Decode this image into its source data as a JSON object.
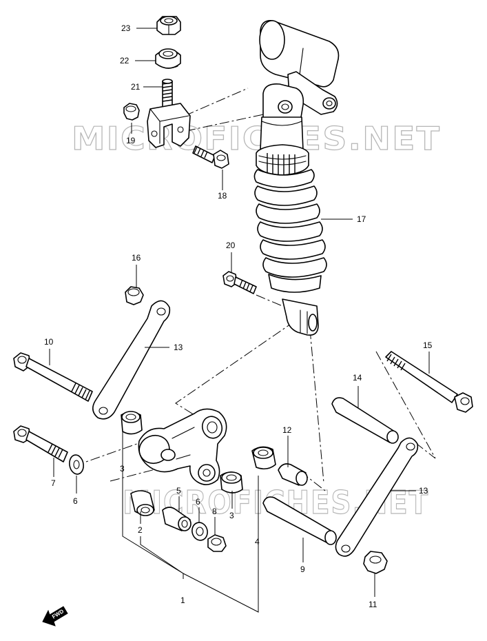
{
  "watermark": "MICROFICHES.NET",
  "fwd_label": "FWD",
  "callouts": {
    "p1": "1",
    "p2": "2",
    "p3a": "3",
    "p3b": "3",
    "p4": "4",
    "p5": "5",
    "p6a": "6",
    "p6b": "6",
    "p7": "7",
    "p8": "8",
    "p9": "9",
    "p10": "10",
    "p11": "11",
    "p12": "12",
    "p13a": "13",
    "p13b": "13",
    "p14": "14",
    "p15": "15",
    "p16": "16",
    "p17": "17",
    "p18": "18",
    "p19": "19",
    "p20": "20",
    "p21": "21",
    "p22": "22",
    "p23": "23"
  },
  "colors": {
    "line": "#000000",
    "background": "#ffffff",
    "watermark": "#b5b5b5"
  }
}
